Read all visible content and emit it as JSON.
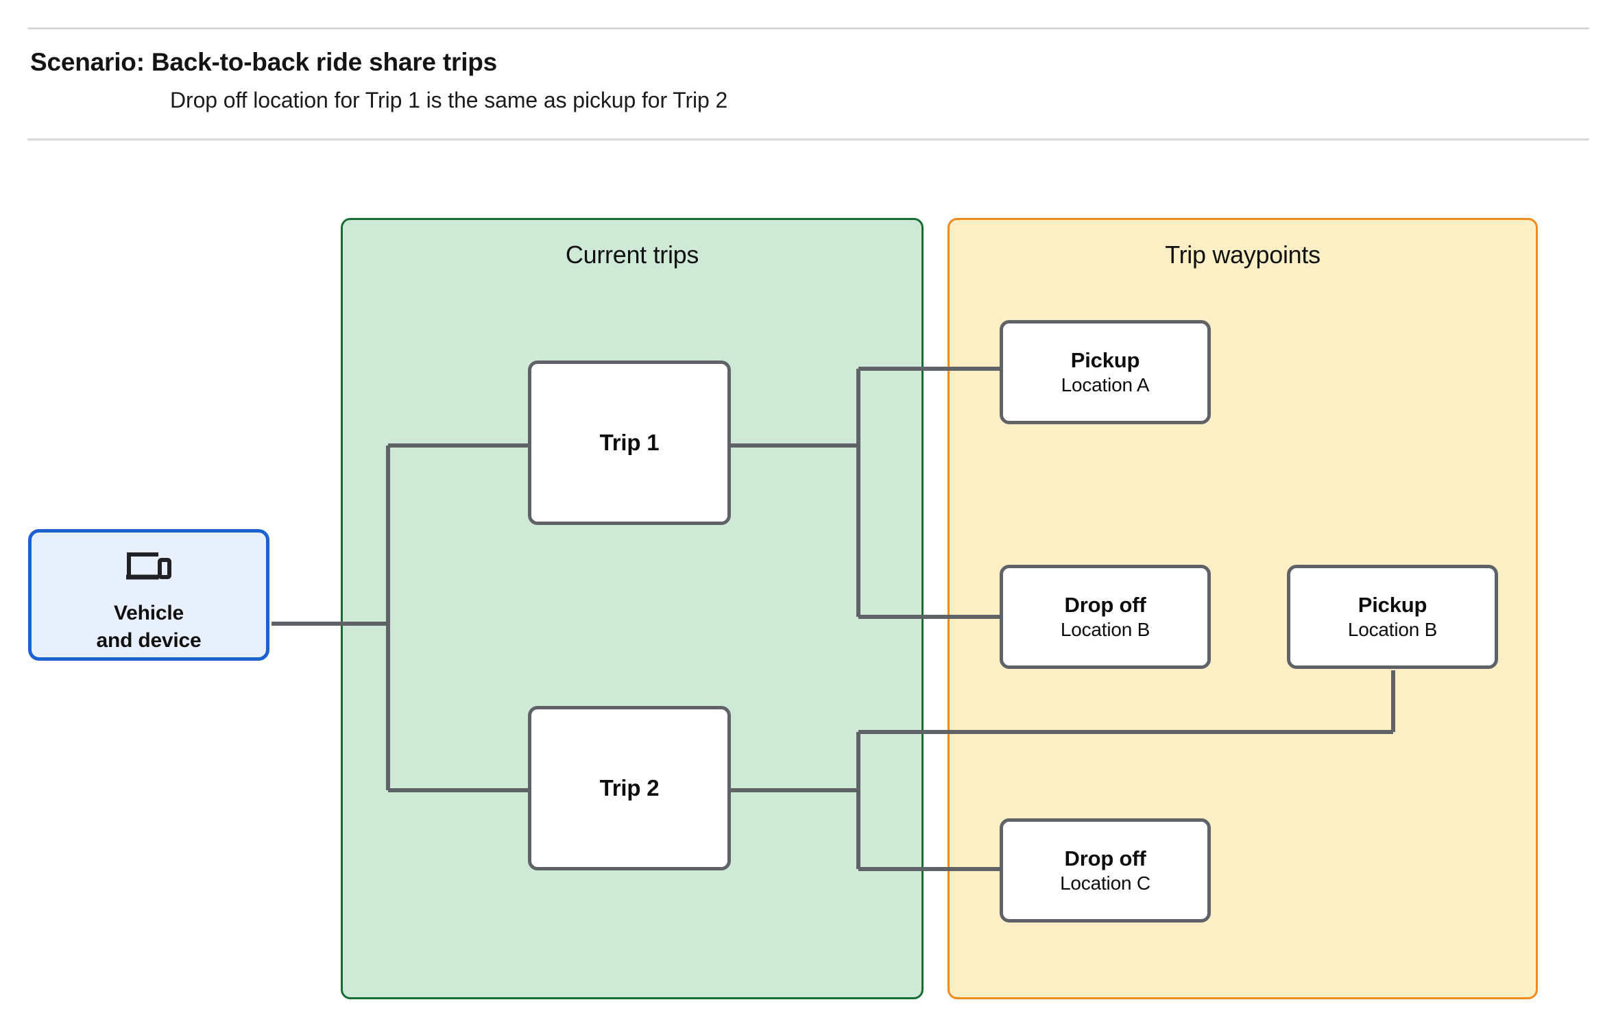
{
  "header": {
    "title": "Scenario: Back-to-back ride share trips",
    "subtitle": "Drop off  location for Trip 1 is the same as pickup for Trip 2"
  },
  "groups": {
    "current_trips": {
      "title": "Current trips",
      "fill": "#cfe9d7",
      "border": "#156d33"
    },
    "trip_waypoints": {
      "title": "Trip waypoints",
      "fill": "#fcefc5",
      "border": "#f08b1c"
    }
  },
  "vehicle": {
    "label": "Vehicle\nand device",
    "icon": "devices-icon",
    "fill": "#e8f0fe",
    "border": "#1a62d0"
  },
  "trips": [
    {
      "label": "Trip 1"
    },
    {
      "label": "Trip 2"
    }
  ],
  "waypoints": [
    {
      "type": "Pickup",
      "location": "Location A"
    },
    {
      "type": "Drop off",
      "location": "Location B"
    },
    {
      "type": "Pickup",
      "location": "Location B"
    },
    {
      "type": "Drop off",
      "location": "Location C"
    }
  ],
  "connector_color": "#5f6368"
}
